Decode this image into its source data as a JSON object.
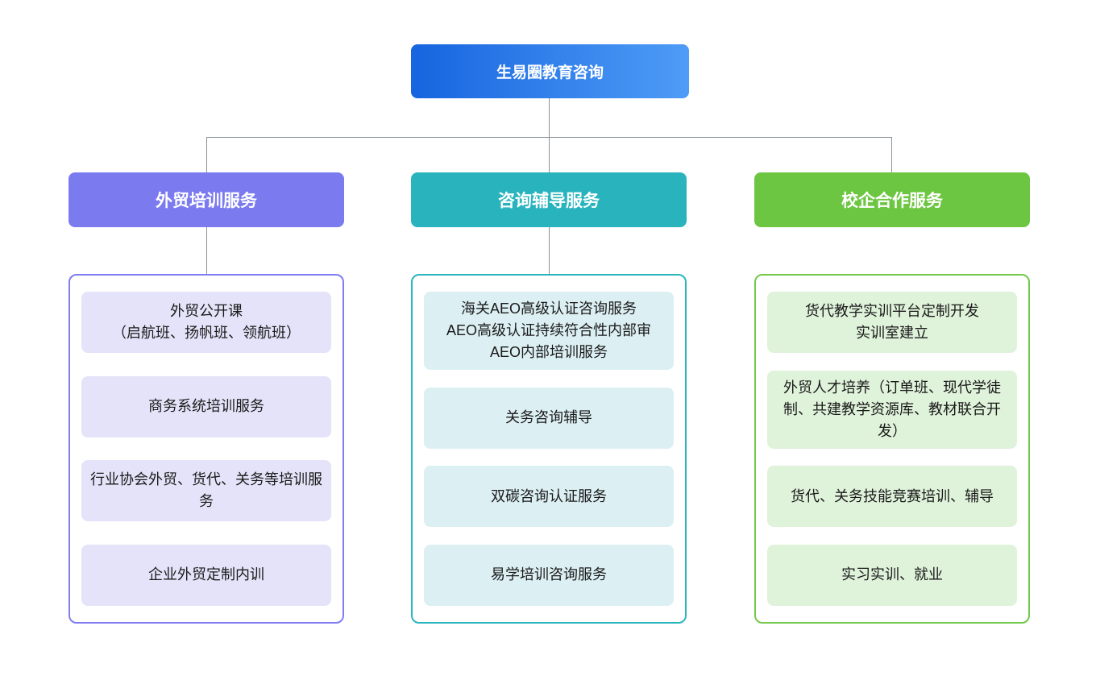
{
  "page": {
    "background_color": "#ffffff",
    "connector_color": "#8b9196"
  },
  "root": {
    "label": "生易圈教育咨询",
    "gradient_start": "#1765df",
    "gradient_end": "#4e9cf6",
    "text_color": "#ffffff"
  },
  "branches": [
    {
      "header": "外贸培训服务",
      "header_color": "#7b7aef",
      "container_border_color": "#7f7df0",
      "item_background": "#e5e3f9",
      "items": [
        {
          "lines": [
            "外贸公开课",
            "（启航班、扬帆班、领航班）"
          ]
        },
        {
          "lines": [
            "商务系统培训服务"
          ]
        },
        {
          "lines": [
            "行业协会外贸、货代、关务等培训服务"
          ]
        },
        {
          "lines": [
            "企业外贸定制内训"
          ]
        }
      ]
    },
    {
      "header": "咨询辅导服务",
      "header_color": "#29b4bd",
      "container_border_color": "#2bb6bf",
      "item_background": "#dceff3",
      "items": [
        {
          "lines": [
            "海关AEO高级认证咨询服务",
            "AEO高级认证持续符合性内部审",
            "AEO内部培训服务"
          ]
        },
        {
          "lines": [
            "关务咨询辅导"
          ]
        },
        {
          "lines": [
            "双碳咨询认证服务"
          ]
        },
        {
          "lines": [
            "易学培训咨询服务"
          ]
        }
      ]
    },
    {
      "header": "校企合作服务",
      "header_color": "#6dc641",
      "container_border_color": "#74c94c",
      "item_background": "#dff2da",
      "items": [
        {
          "lines": [
            "货代教学实训平台定制开发",
            "实训室建立"
          ]
        },
        {
          "lines": [
            "外贸人才培养（订单班、现代学徒制、共建教学资源库、教材联合开发）"
          ]
        },
        {
          "lines": [
            "货代、关务技能竞赛培训、辅导"
          ]
        },
        {
          "lines": [
            "实习实训、就业"
          ]
        }
      ]
    }
  ]
}
